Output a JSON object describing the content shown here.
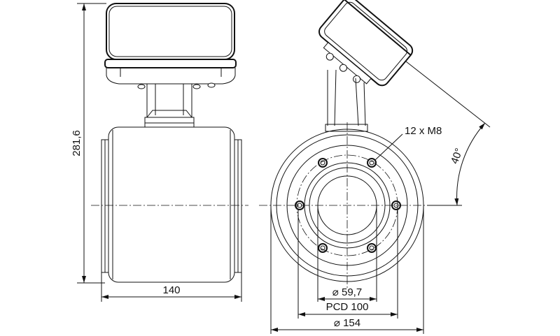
{
  "dimensions": {
    "height": "281,6",
    "length": "140",
    "bolts": "12 x M8",
    "angle": "40°",
    "bore": "⌀ 59,7",
    "pcd": "PCD 100",
    "outer": "⌀ 154"
  },
  "colors": {
    "line": "#111111",
    "background": "#ffffff"
  }
}
